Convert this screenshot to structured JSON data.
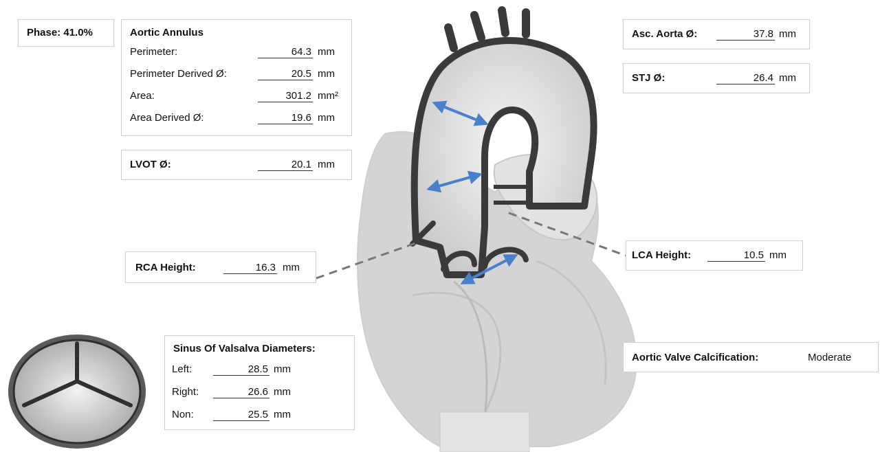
{
  "phase": {
    "text": "Phase: 41.0%"
  },
  "aortic_annulus": {
    "title": "Aortic Annulus",
    "rows": [
      {
        "label": "Perimeter:",
        "value": "64.3",
        "unit": "mm"
      },
      {
        "label": "Perimeter Derived Ø:",
        "value": "20.5",
        "unit": "mm"
      },
      {
        "label": "Area:",
        "value": "301.2",
        "unit": "mm²"
      },
      {
        "label": "Area Derived Ø:",
        "value": "19.6",
        "unit": "mm"
      }
    ]
  },
  "lvot": {
    "label": "LVOT Ø:",
    "value": "20.1",
    "unit": "mm"
  },
  "rca_height": {
    "label": "RCA Height:",
    "value": "16.3",
    "unit": "mm"
  },
  "asc_aorta": {
    "label": "Asc. Aorta Ø:",
    "value": "37.8",
    "unit": "mm"
  },
  "stj": {
    "label": "STJ Ø:",
    "value": "26.4",
    "unit": "mm"
  },
  "lca_height": {
    "label": "LCA Height:",
    "value": "10.5",
    "unit": "mm"
  },
  "sinus": {
    "title": "Sinus Of Valsalva Diameters:",
    "rows": [
      {
        "label": "Left:",
        "value": "28.5",
        "unit": "mm"
      },
      {
        "label": "Right:",
        "value": "26.6",
        "unit": "mm"
      },
      {
        "label": "Non:",
        "value": "25.5",
        "unit": "mm"
      }
    ]
  },
  "calcification": {
    "label": "Aortic Valve Calcification:",
    "value": "Moderate"
  },
  "colors": {
    "arrow": "#4a7fc9",
    "heart_fill": "#d6d6d6",
    "aorta_wall": "#3a3a3a",
    "leader_line": "#777777"
  }
}
